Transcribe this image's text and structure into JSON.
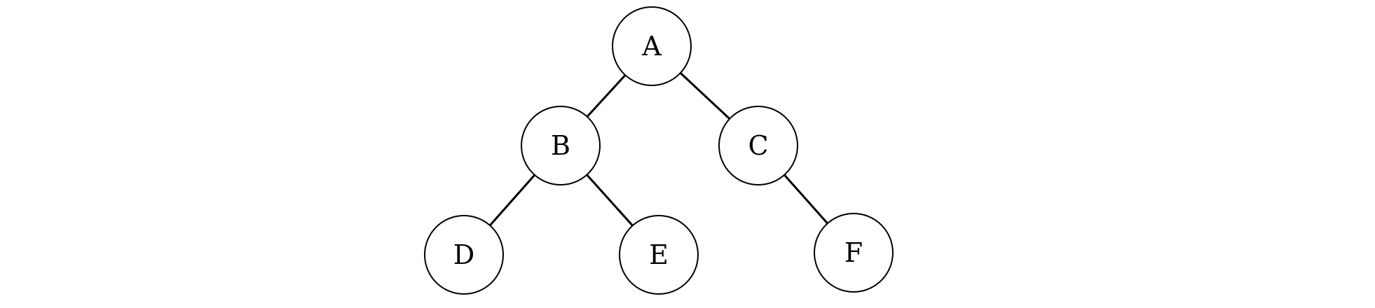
{
  "diagram": {
    "type": "binary-tree",
    "nodes": [
      {
        "id": "A",
        "label": "A"
      },
      {
        "id": "B",
        "label": "B"
      },
      {
        "id": "C",
        "label": "C"
      },
      {
        "id": "D",
        "label": "D"
      },
      {
        "id": "E",
        "label": "E"
      },
      {
        "id": "F",
        "label": "F"
      }
    ],
    "edges": [
      {
        "from": "A",
        "to": "B"
      },
      {
        "from": "A",
        "to": "C"
      },
      {
        "from": "B",
        "to": "D"
      },
      {
        "from": "B",
        "to": "E"
      },
      {
        "from": "C",
        "to": "F"
      }
    ]
  },
  "colors": {
    "stroke": "#000000",
    "fill": "#ffffff"
  }
}
